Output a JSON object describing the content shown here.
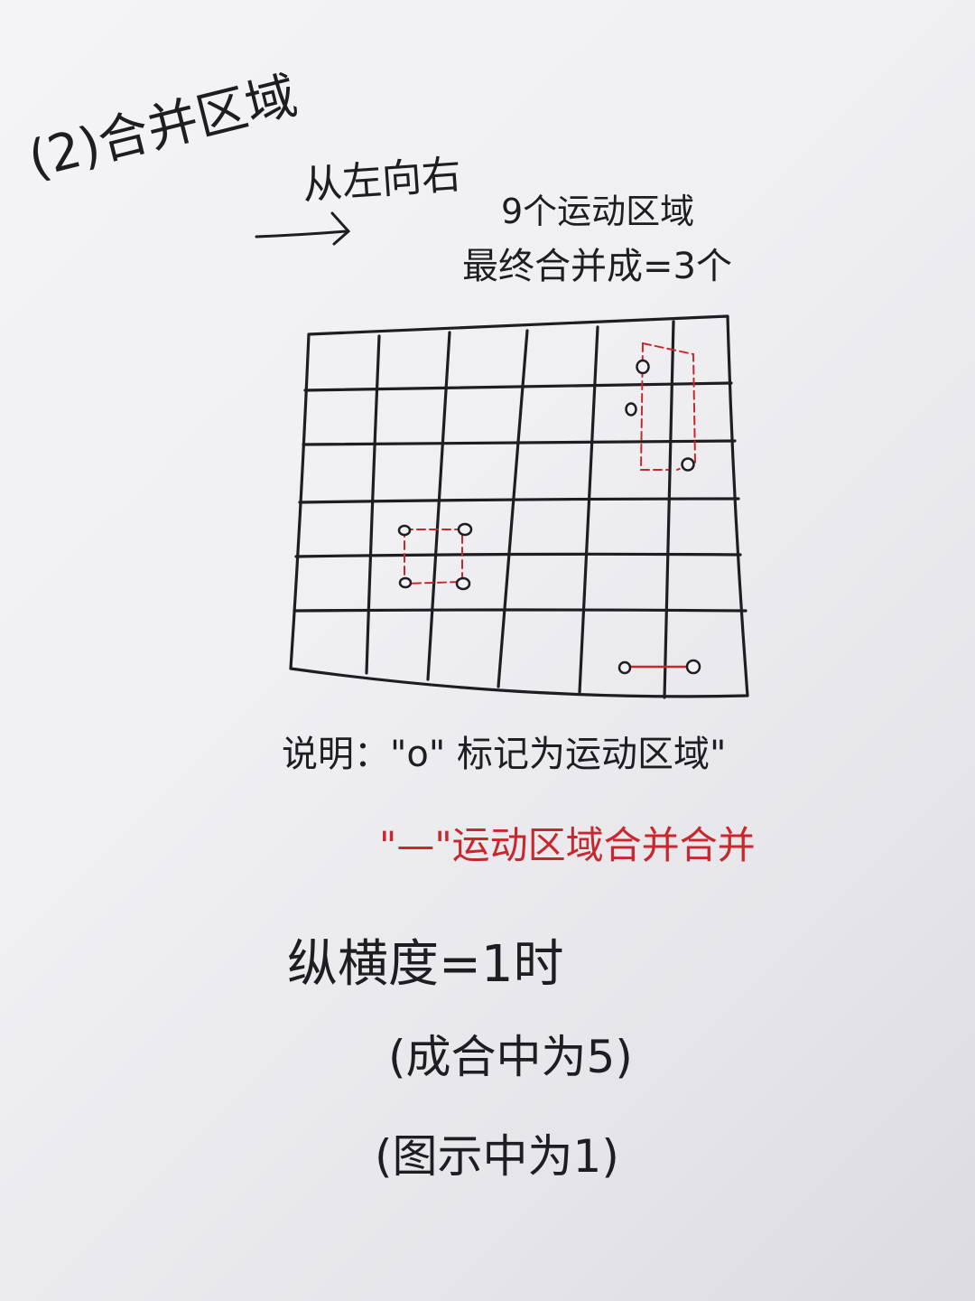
{
  "heading": {
    "title": "(2)合并区域",
    "direction": "从左向右",
    "count_line": "9个运动区域",
    "result_line": "最终合并成=3个"
  },
  "legend": {
    "label": "说明：\"o\" 标记为运动区域\"",
    "red_line": "\"—\"运动区域合并合并"
  },
  "notes": {
    "ratio": "纵横度=1时",
    "note1": "(成合中为5)",
    "note2": "(图示中为1)"
  },
  "grid": {
    "rows": 6,
    "cols": 6,
    "ink_color": "#1d1d22",
    "marker_color": "#c8282d"
  },
  "colors": {
    "ink": "#1d1d22",
    "red_ink": "#c8282d",
    "paper": "#f0f0f3"
  }
}
